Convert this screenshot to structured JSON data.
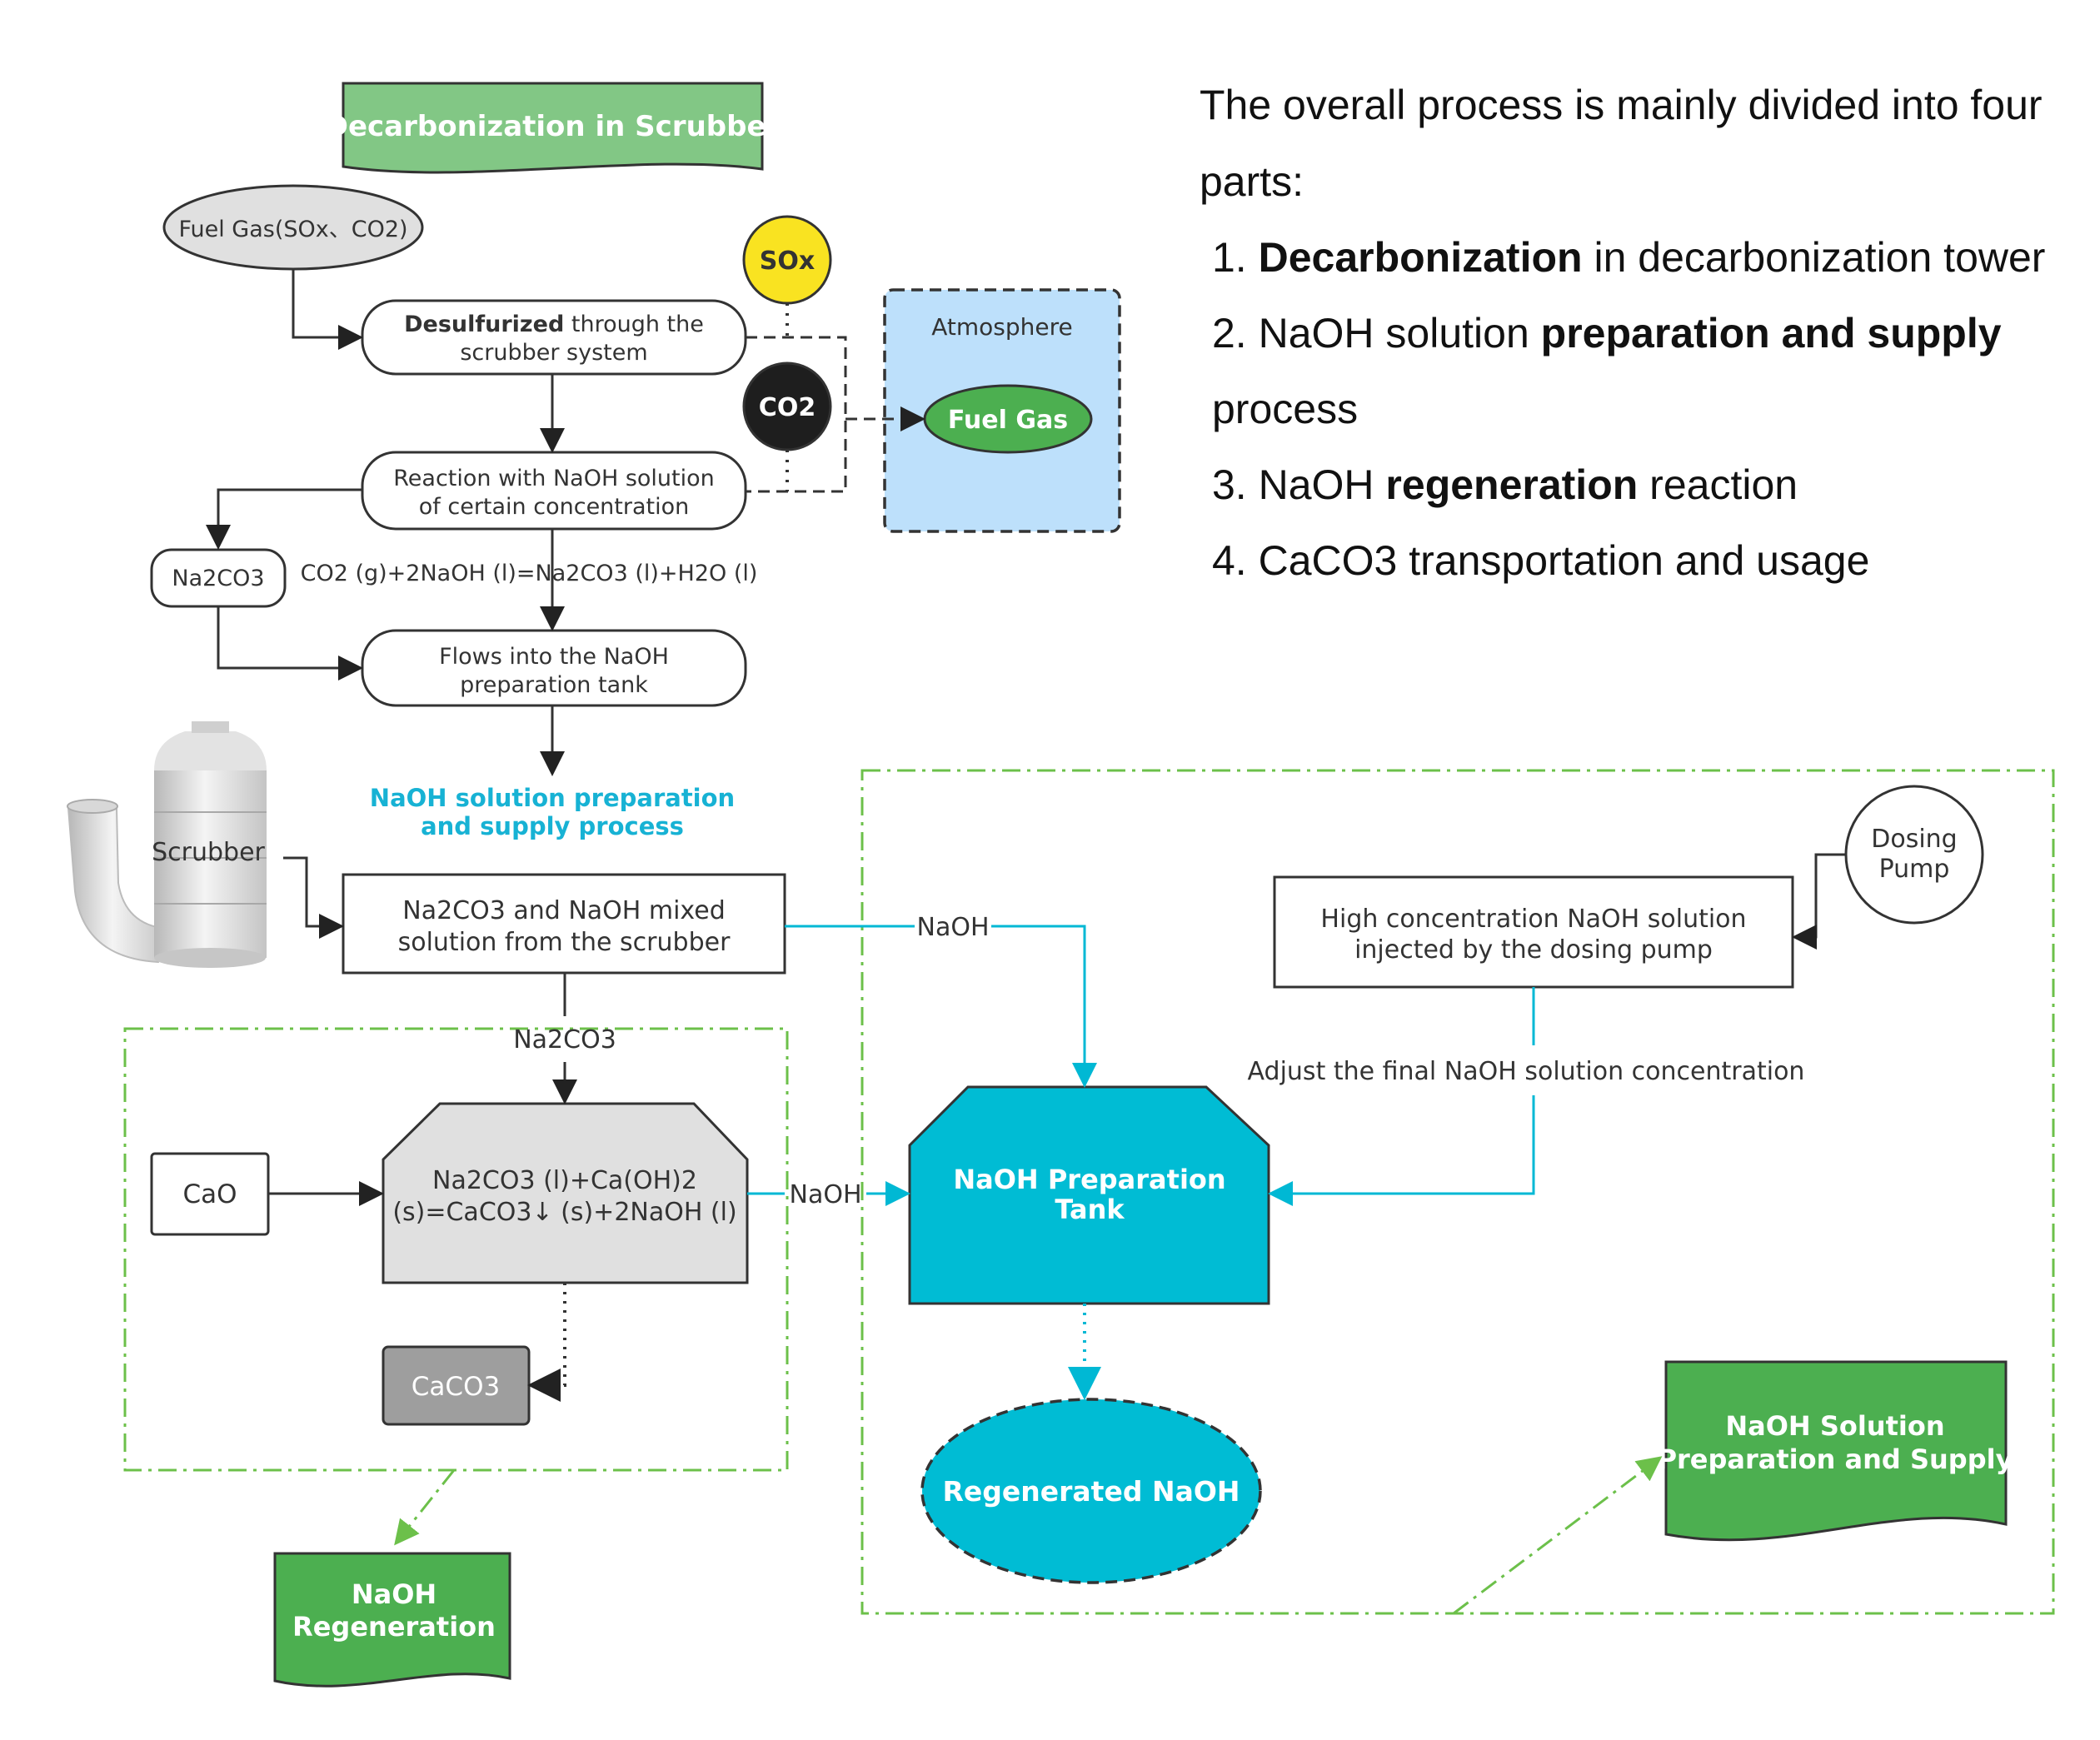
{
  "intro": {
    "text": "The overall process is mainly divided into four parts:",
    "items": [
      {
        "num": "1.",
        "bold": "Decarbonization",
        "after": " in decarbonization tower"
      },
      {
        "num": "2.",
        "before": "NaOH solution ",
        "bold": "preparation and supply",
        "after": " process"
      },
      {
        "num": "3.",
        "before": "NaOH ",
        "bold": "regeneration",
        "after": " reaction"
      },
      {
        "num": "4.",
        "before": "CaCO3 transportation and usage"
      }
    ]
  },
  "top": {
    "banner": "Decarbonization in Scrubber",
    "fuel_gas_in": "Fuel Gas(SOx、CO2)",
    "desulf_bold": "Desulfurized",
    "desulf_rest": " through the",
    "desulf_line2": "scrubber system",
    "reaction_line1": "Reaction with NaOH solution",
    "reaction_line2": "of certain concentration",
    "na2co3": "Na2CO3",
    "equation": "CO2 (g)+2NaOH (l)=Na2CO3 (l)+H2O (l)",
    "flows_line1": "Flows into the NaOH",
    "flows_line2": "preparation tank",
    "sox": "SOx",
    "co2": "CO2",
    "atmosphere": "Atmosphere",
    "fuel_gas_out": "Fuel Gas"
  },
  "middle": {
    "process_line1": "NaOH solution preparation",
    "process_line2": "and supply process",
    "scrubber_label": "Scrubber",
    "mixed_line1": "Na2CO3 and NaOH mixed",
    "mixed_line2": "solution from the scrubber",
    "naoh_label_top": "NaOH",
    "na2co3_label": "Na2CO3",
    "dosing_line1": "Dosing",
    "dosing_line2": "Pump",
    "high_line1": "High concentration NaOH solution",
    "high_line2": "injected by the dosing pump",
    "adjust": "Adjust the final NaOH solution concentration"
  },
  "bottom": {
    "cao": "CaO",
    "reactor_line1": "Na2CO3 (l)+Ca(OH)2",
    "reactor_line2": "(s)=CaCO3↓ (s)+2NaOH (l)",
    "naoh_label_mid": "NaOH",
    "caco3": "CaCO3",
    "tank_line1": "NaOH Preparation",
    "tank_line2": "Tank",
    "regenerated": "Regenerated NaOH",
    "regen_banner_line1": "NaOH",
    "regen_banner_line2": "Regeneration",
    "supply_banner_line1": "NaOH Solution",
    "supply_banner_line2": "Preparation and Supply"
  },
  "colors": {
    "green_light": "#82c785",
    "green": "#4caf50",
    "green_dash": "#6cc04a",
    "cyan": "#00b8d4",
    "cyan_fill": "#00bcd4",
    "sky": "#bde0fb",
    "yellow": "#f9e321",
    "grey_fill": "#e0e0e0",
    "grey_dark": "#9e9e9e"
  }
}
